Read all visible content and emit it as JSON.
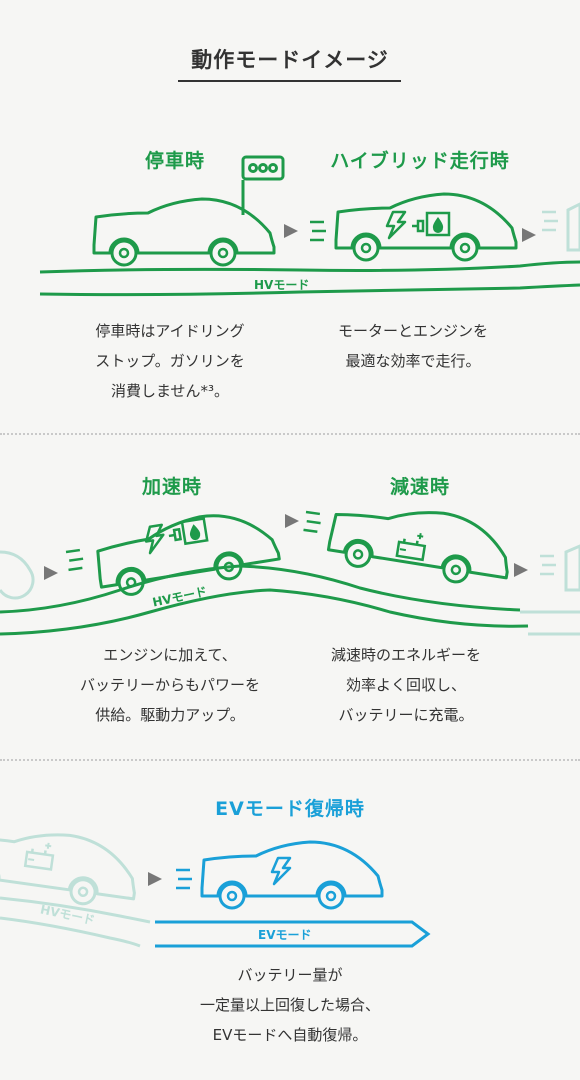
{
  "page_title": "動作モードイメージ",
  "colors": {
    "green": "#1e9a4a",
    "blue": "#1aa0d8",
    "faded": "#bfe0d8",
    "arrow_gray": "#777777"
  },
  "section1": {
    "left_title": "停車時",
    "right_title": "ハイブリッド走行時",
    "road_label": "HVモード",
    "left_desc": [
      "停車時はアイドリング",
      "ストップ。ガソリンを",
      "消費しません*³。"
    ],
    "right_desc": [
      "モーターとエンジンを",
      "最適な効率で走行。"
    ]
  },
  "section2": {
    "left_title": "加速時",
    "right_title": "減速時",
    "road_label": "HVモード",
    "left_desc": [
      "エンジンに加えて、",
      "バッテリーからもパワーを",
      "供給。駆動力アップ。"
    ],
    "right_desc": [
      "減速時のエネルギーを",
      "効率よく回収し、",
      "バッテリーに充電。"
    ]
  },
  "section3": {
    "title": "EVモード復帰時",
    "road_label": "EVモード",
    "faded_road_label": "HVモード",
    "desc": [
      "バッテリー量が",
      "一定量以上回復した場合、",
      "EVモードへ自動復帰。"
    ]
  },
  "icons": [
    "car-icon",
    "traffic-light-icon",
    "lightning-icon",
    "plug-icon",
    "fuel-drop-icon",
    "battery-icon",
    "speed-lines-icon",
    "triangle-arrow-icon"
  ]
}
